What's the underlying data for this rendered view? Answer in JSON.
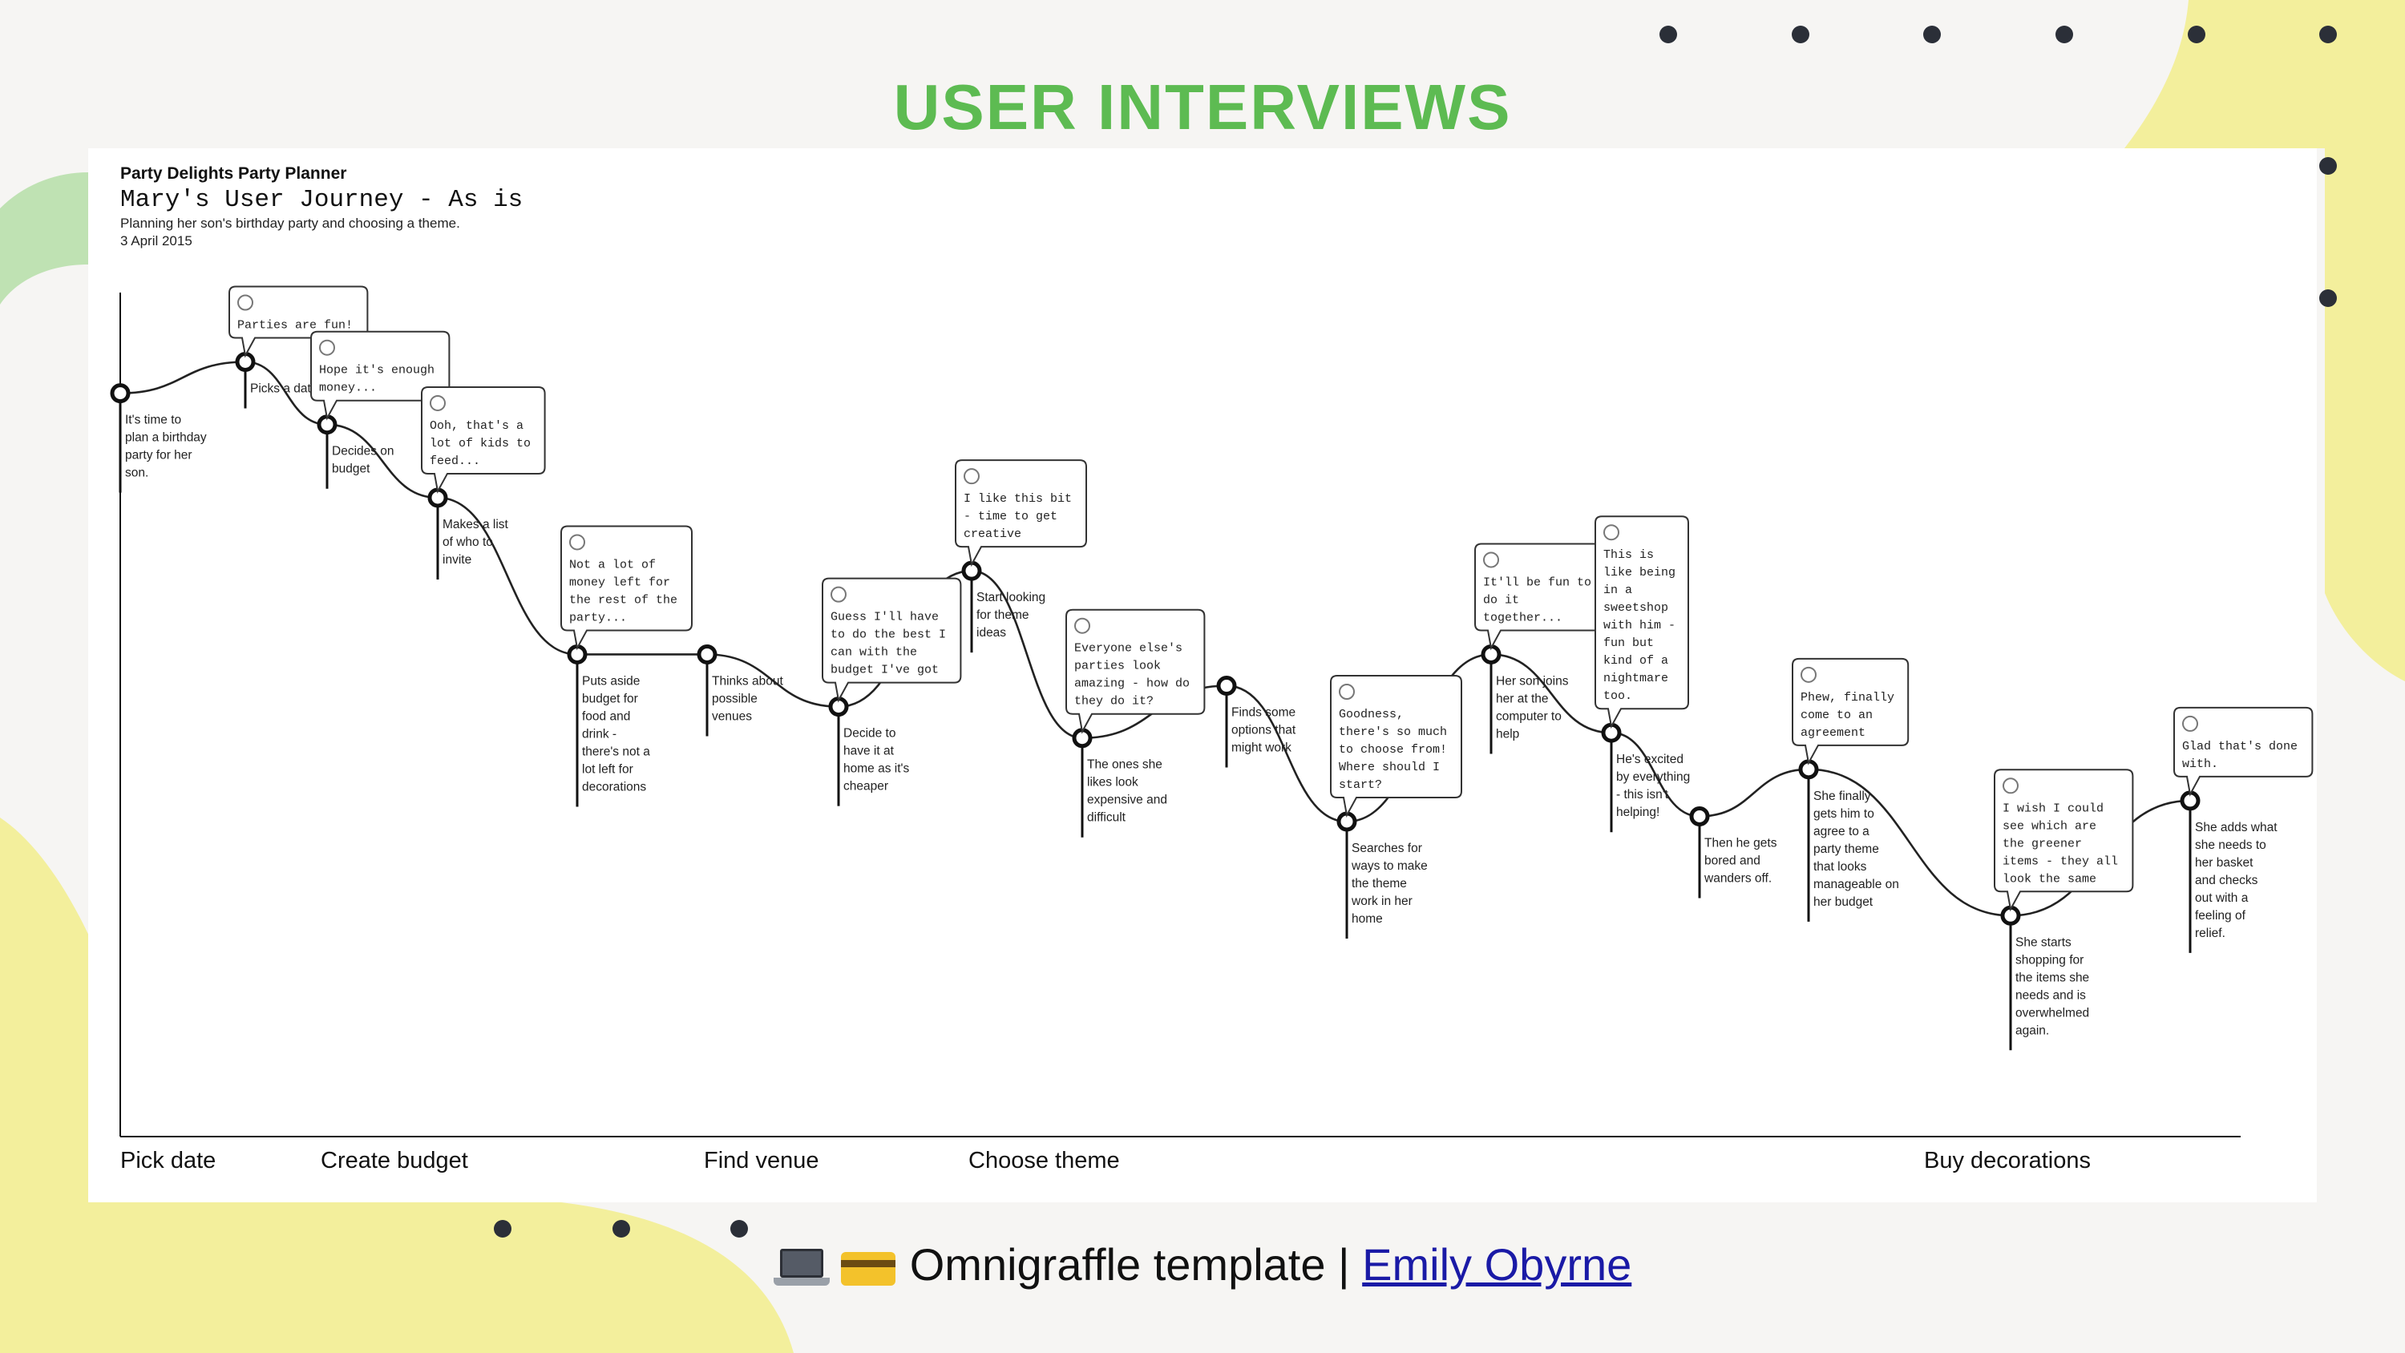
{
  "slide": {
    "title": "USER INTERVIEWS",
    "accent_color": "#5dbb52",
    "decor_colors": [
      "#f3ef9c",
      "#bfe2b3",
      "#2b2f38"
    ]
  },
  "document": {
    "app_name": "Party Delights Party Planner",
    "title": "Mary's User Journey - As is",
    "subtitle": "Planning her son's birthday party and choosing a theme.",
    "date": "3 April 2015"
  },
  "chart_data": {
    "type": "user-journey-map",
    "stages": [
      "Pick date",
      "Create budget",
      "Find venue",
      "Choose theme",
      "Buy decorations"
    ],
    "steps": [
      {
        "action": "It's time to plan a birthday party for her son.",
        "thought": "",
        "mood": 0.82
      },
      {
        "action": "Picks a date",
        "thought": "Parties are fun!",
        "mood": 0.88
      },
      {
        "action": "Decides on budget",
        "thought": "Hope it's enough money...",
        "mood": 0.76
      },
      {
        "action": "Makes a list of who to invite",
        "thought": "Ooh, that's a lot of kids to feed...",
        "mood": 0.62
      },
      {
        "action": "Puts aside budget for food and drink - there's not a lot left for decorations",
        "thought": "Not a lot of money left for the rest of the party...",
        "mood": 0.32
      },
      {
        "action": "Thinks about possible venues",
        "thought": "",
        "mood": 0.32
      },
      {
        "action": "Decide to have it at home as it's cheaper",
        "thought": "Guess I'll have to do the best I can with the budget I've got",
        "mood": 0.22
      },
      {
        "action": "Start looking for theme ideas",
        "thought": "I like this bit - time to get creative",
        "mood": 0.48
      },
      {
        "action": "The ones she likes look expensive and difficult",
        "thought": "Everyone else's parties look amazing - how do they do it?",
        "mood": 0.16
      },
      {
        "action": "Finds some options that might work",
        "thought": "",
        "mood": 0.26
      },
      {
        "action": "Searches for ways to make the theme work in her home",
        "thought": "Goodness, there's so much to choose from! Where should I start?",
        "mood": 0.0
      },
      {
        "action": "Her son joins her at the computer to help",
        "thought": "It'll be fun to do it together...",
        "mood": 0.32
      },
      {
        "action": "He's excited by everything - this isn't helping!",
        "thought": "This is like being in a sweetshop with him - fun but kind of a nightmare too.",
        "mood": 0.17
      },
      {
        "action": "Then he gets bored and wanders off.",
        "thought": "",
        "mood": 0.01
      },
      {
        "action": "She finally gets him to agree to a party theme that looks manageable on her budget",
        "thought": "Phew, finally come to an agreement",
        "mood": 0.1
      },
      {
        "action": "She starts shopping for the items she needs and is overwhelmed again.",
        "thought": "I wish I could see which are the greener items - they all look the same",
        "mood": -0.18
      },
      {
        "action": "She adds what she needs to her basket and checks out with a feeling of relief.",
        "thought": "Glad that's done with.",
        "mood": 0.04
      }
    ]
  },
  "footer": {
    "icon_1": "laptop-icon",
    "icon_2": "credit-card-icon",
    "text": "Omnigraffle template | ",
    "link_text": "Emily Obyrne"
  }
}
